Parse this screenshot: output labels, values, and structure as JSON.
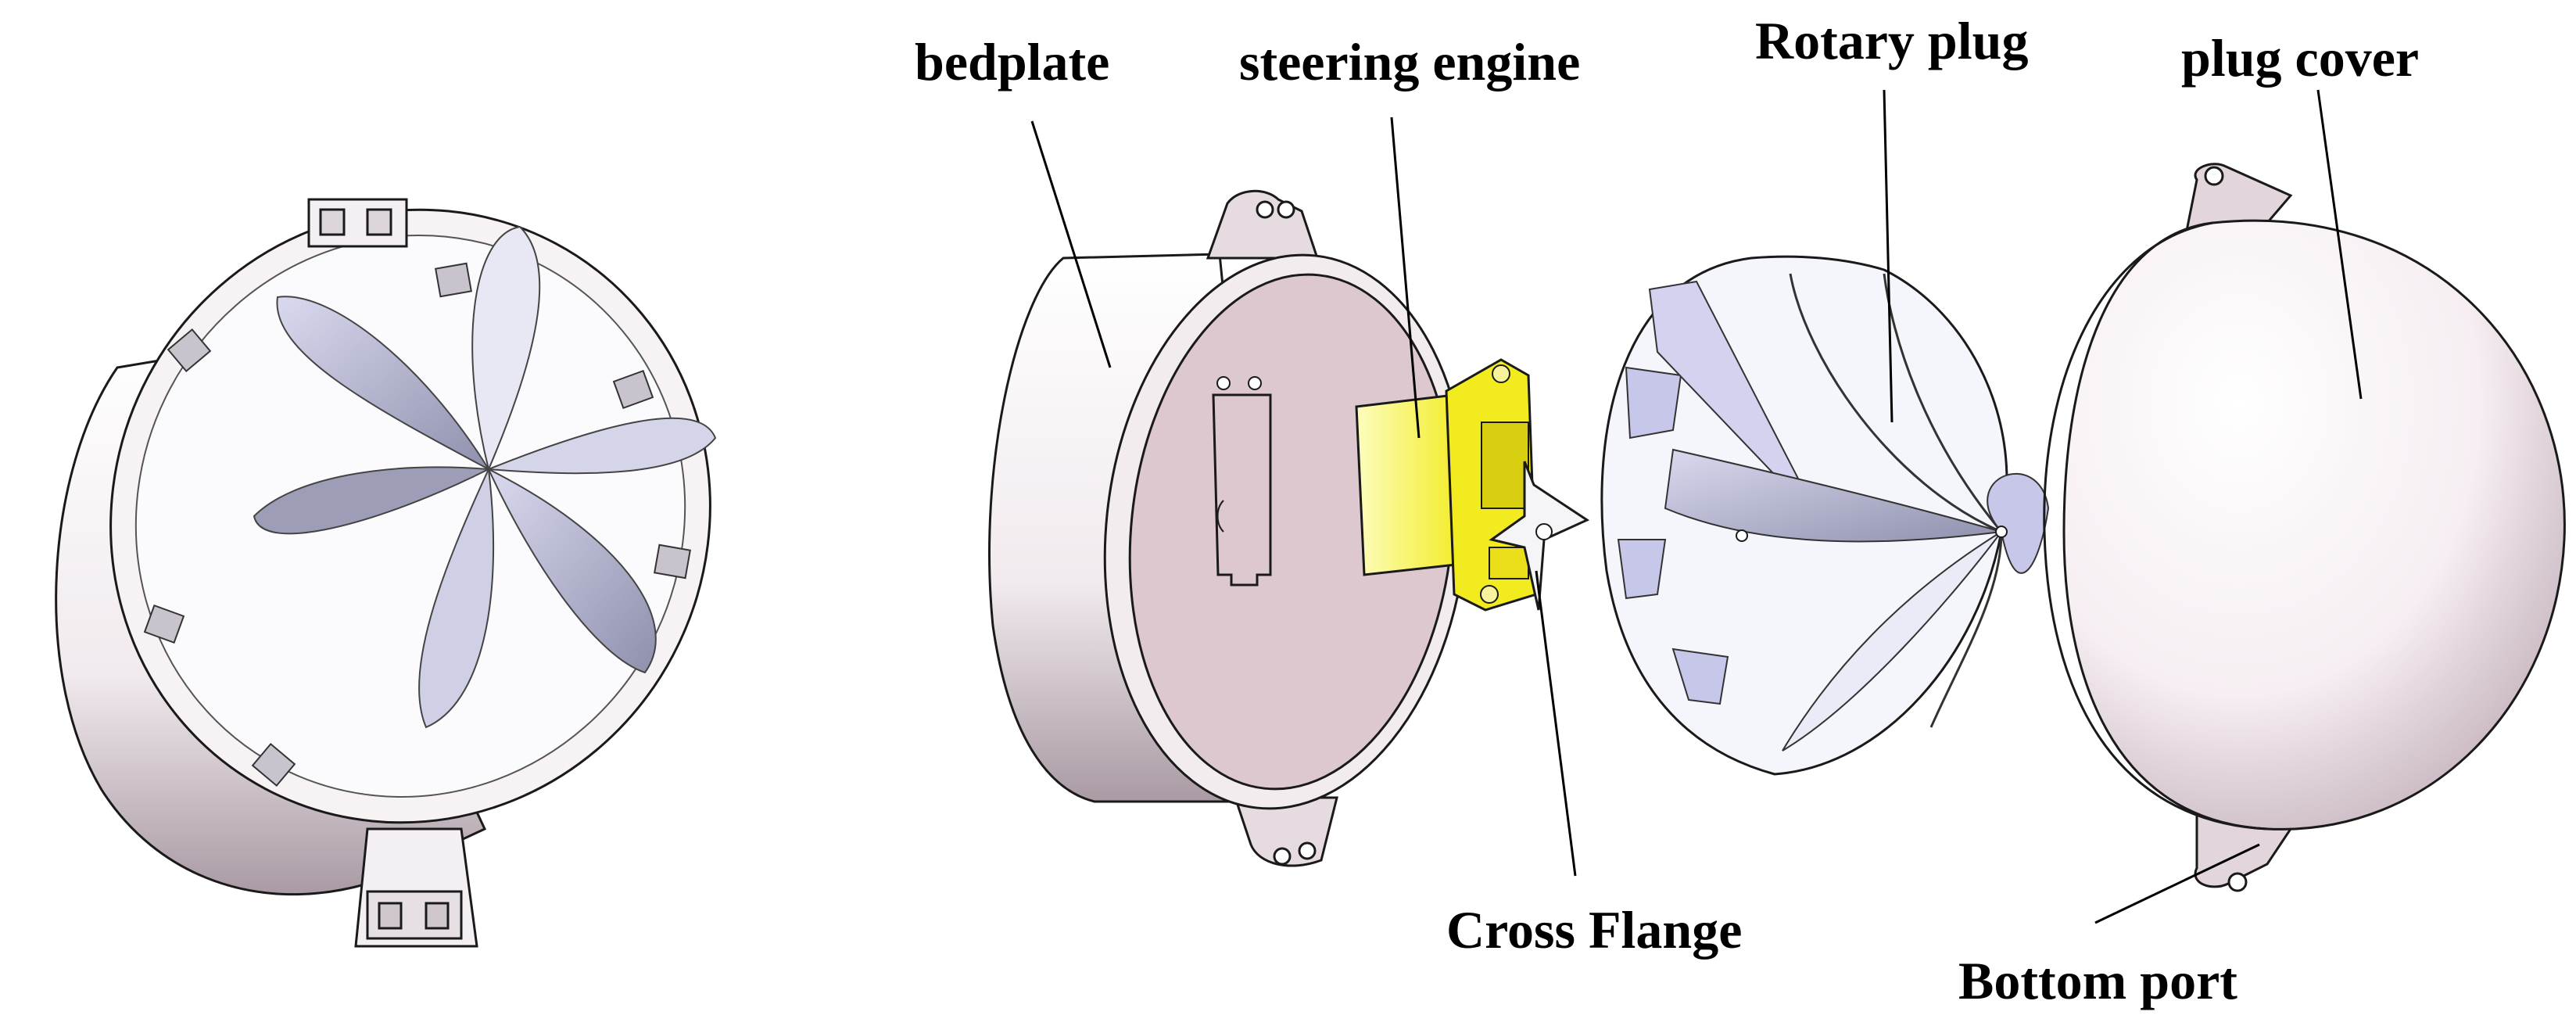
{
  "labels": {
    "bedplate": "bedplate",
    "steering_engine": "steering engine",
    "rotary_plug": "Rotary plug",
    "plug_cover": "plug cover",
    "cross_flange": "Cross Flange",
    "bottom_port": "Bottom port"
  },
  "colors": {
    "outline": "#1a1a1a",
    "shell_light": "#fbf8fa",
    "shell_mid": "#e9dee4",
    "shell_dark": "#b6a8b2",
    "plate_face": "#ddc8cf",
    "servo_yellow": "#f4f01e",
    "servo_face": "#fbfbb6",
    "blade_lavender": "#c7c7ea",
    "blade_gray": "#9c9cb6"
  }
}
